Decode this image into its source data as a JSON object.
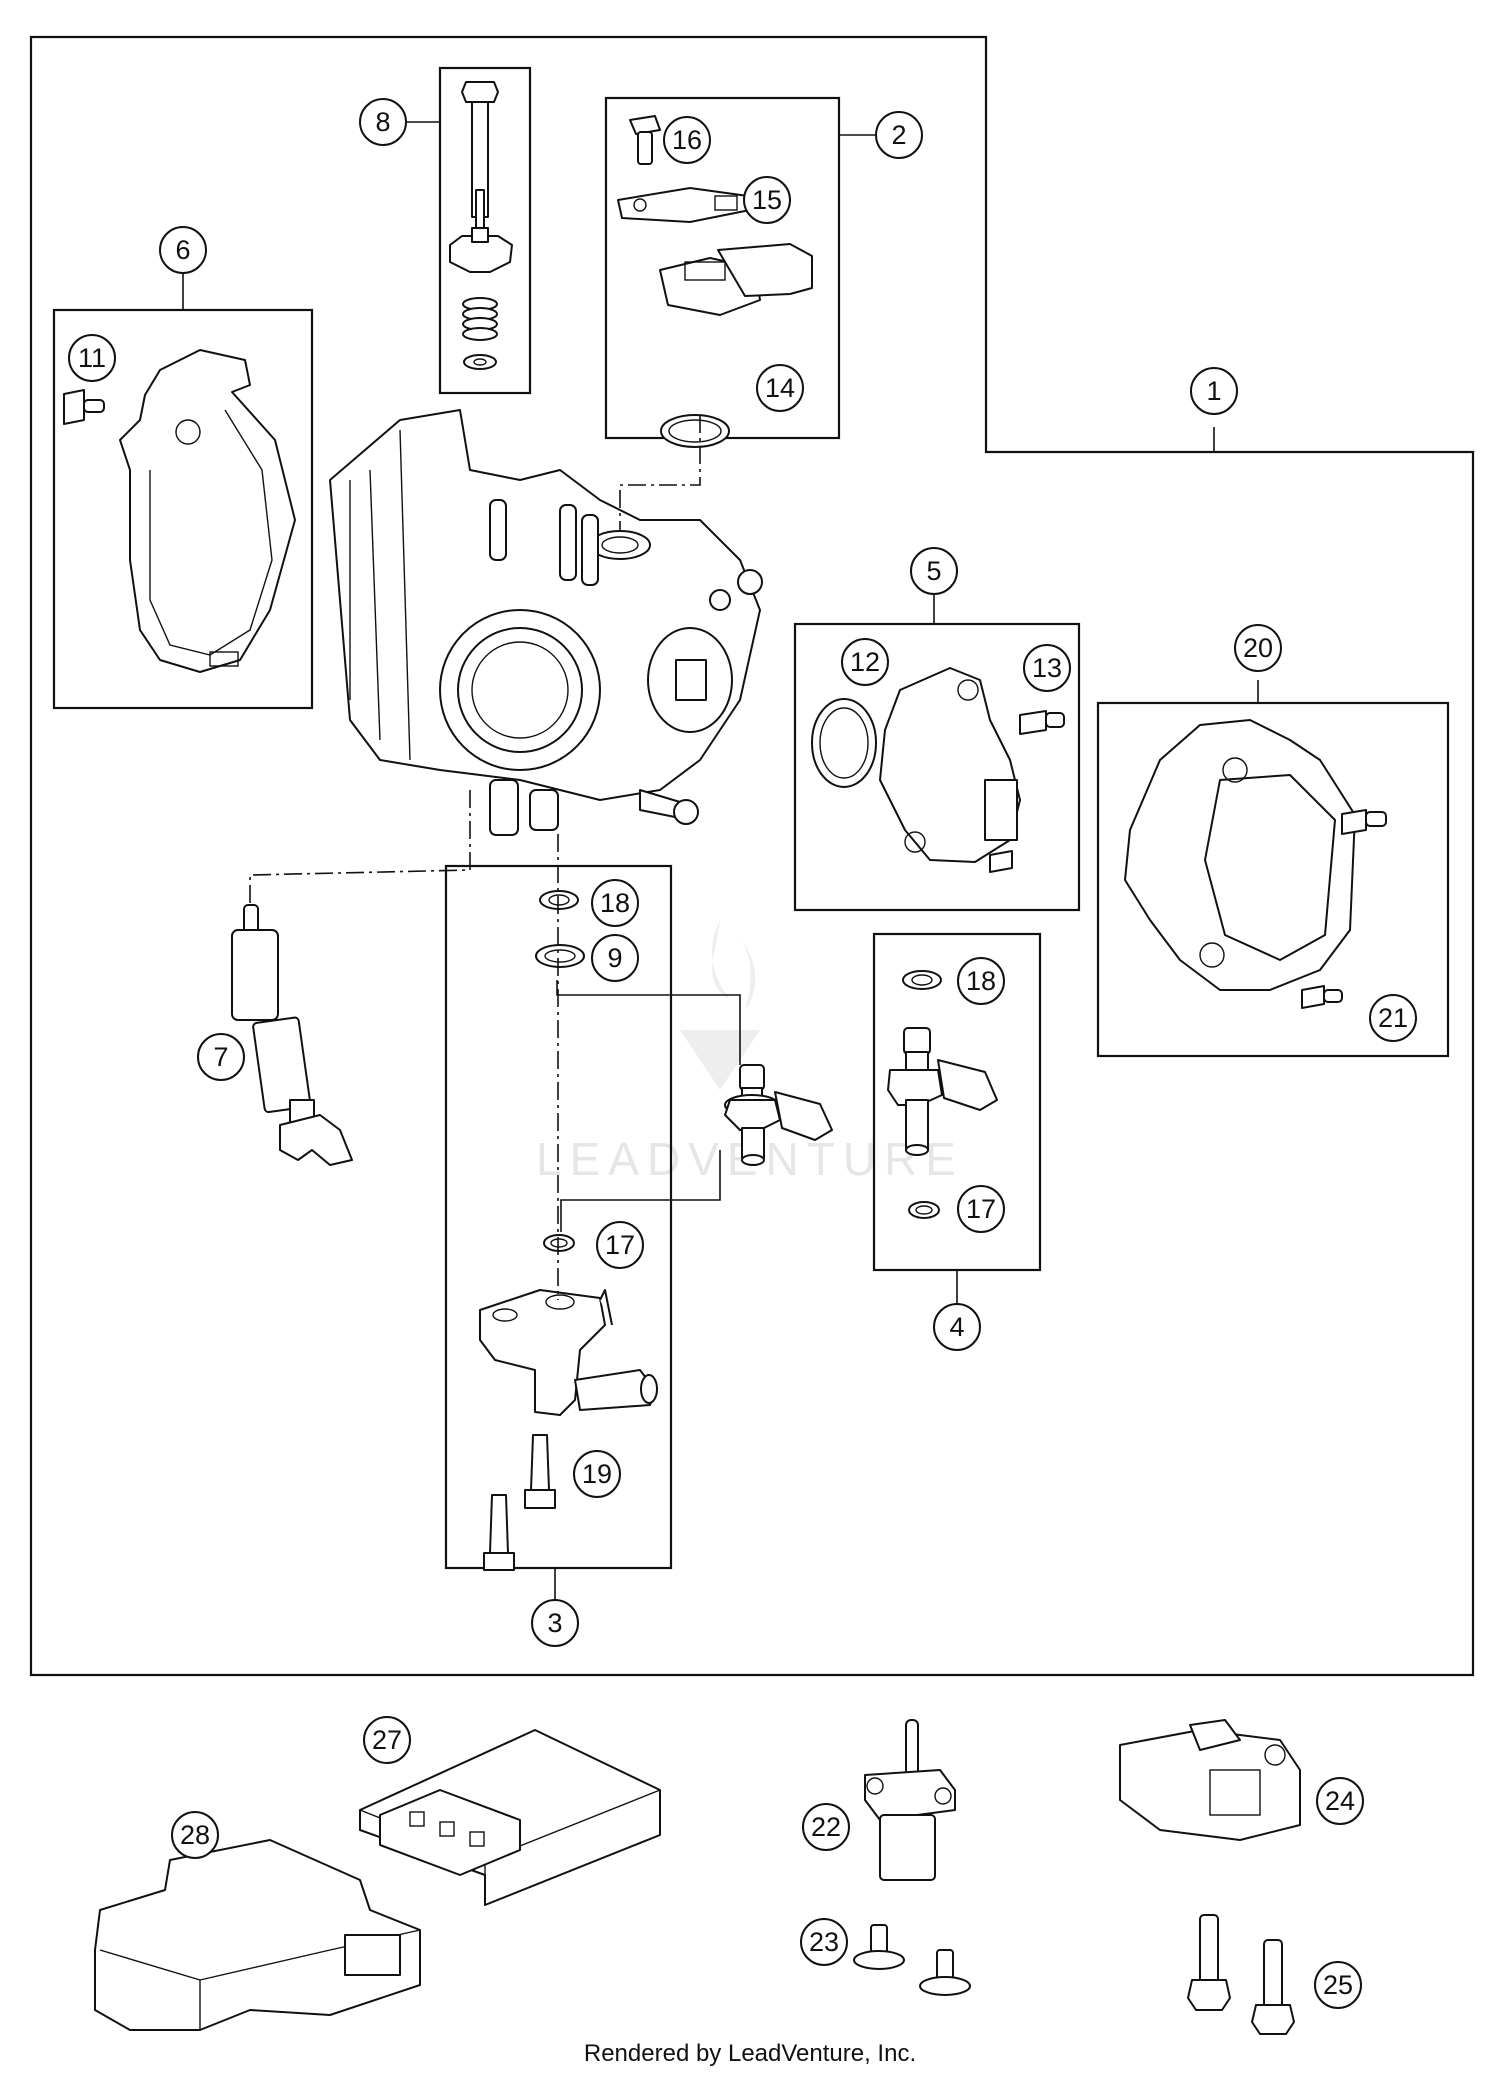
{
  "diagram": {
    "callouts": [
      "1",
      "2",
      "3",
      "4",
      "5",
      "6",
      "7",
      "8",
      "9",
      "11",
      "12",
      "13",
      "14",
      "15",
      "16",
      "17",
      "17",
      "18",
      "18",
      "19",
      "20",
      "21",
      "22",
      "23",
      "24",
      "25",
      "27",
      "28"
    ],
    "watermark": "LEADVENTURE",
    "footer": "Rendered by LeadVenture, Inc."
  }
}
